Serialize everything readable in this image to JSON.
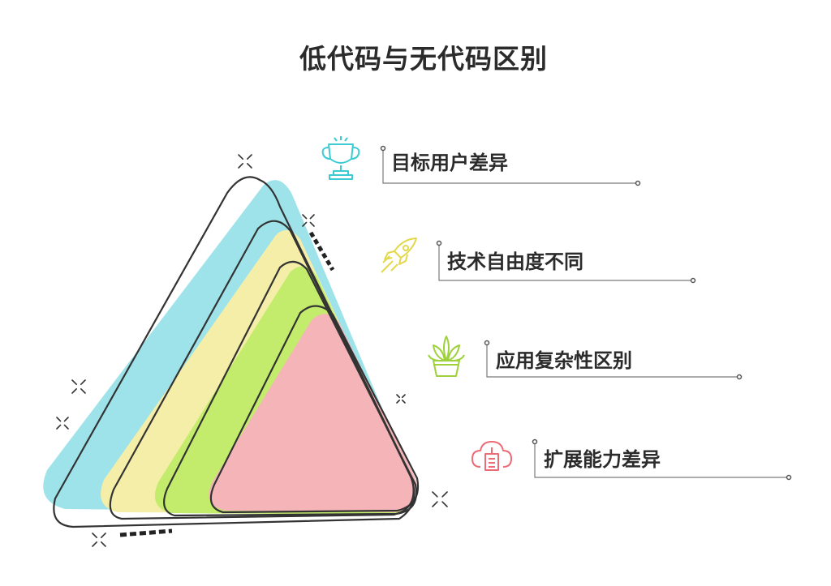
{
  "title": "低代码与无代码区别",
  "colors": {
    "layer1": "#9ee3ea",
    "layer2": "#f5eea9",
    "layer3": "#c3ec6c",
    "layer4": "#f5b4b7",
    "outline": "#333333",
    "icon_cyan": "#3ccad3",
    "icon_yellow": "#e3d84a",
    "icon_green": "#9ed13b",
    "icon_pink": "#ec6b76"
  },
  "items": [
    {
      "label": "目标用户差异",
      "icon": "trophy-icon"
    },
    {
      "label": "技术自由度不同",
      "icon": "rocket-icon"
    },
    {
      "label": "应用复杂性区别",
      "icon": "potted-plant-icon"
    },
    {
      "label": "扩展能力差异",
      "icon": "cloud-device-icon"
    }
  ]
}
